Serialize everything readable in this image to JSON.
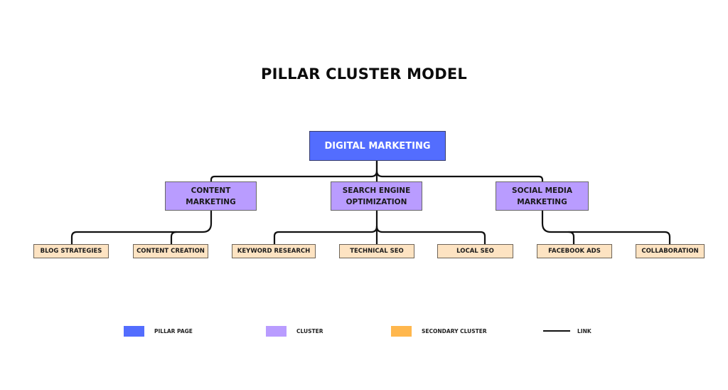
{
  "title": "PILLAR CLUSTER MODEL",
  "colors": {
    "pillar": "#536dfe",
    "cluster": "#b99cff",
    "secondary": "#fde3c2",
    "secondary_legend": "#ffb74d",
    "link": "#111111"
  },
  "pillar": {
    "label": "DIGITAL MARKETING"
  },
  "clusters": [
    {
      "label": "CONTENT MARKETING",
      "children": [
        "BLOG STRATEGIES",
        "CONTENT CREATION"
      ]
    },
    {
      "label": "SEARCH ENGINE OPTIMIZATION",
      "children": [
        "KEYWORD RESEARCH",
        "TECHNICAL SEO",
        "LOCAL SEO"
      ]
    },
    {
      "label": "SOCIAL MEDIA MARKETING",
      "children": [
        "FACEBOOK ADS",
        "COLLABORATION"
      ]
    }
  ],
  "secondary": [
    "BLOG STRATEGIES",
    "CONTENT CREATION",
    "KEYWORD RESEARCH",
    "TECHNICAL SEO",
    "LOCAL SEO",
    "FACEBOOK ADS",
    "COLLABORATION"
  ],
  "legend": [
    {
      "label": "PILLAR PAGE",
      "type": "swatch",
      "color": "#536dfe"
    },
    {
      "label": "CLUSTER",
      "type": "swatch",
      "color": "#b99cff"
    },
    {
      "label": "SECONDARY CLUSTER",
      "type": "swatch",
      "color": "#ffb74d"
    },
    {
      "label": "LINK",
      "type": "line",
      "color": "#111111"
    }
  ]
}
